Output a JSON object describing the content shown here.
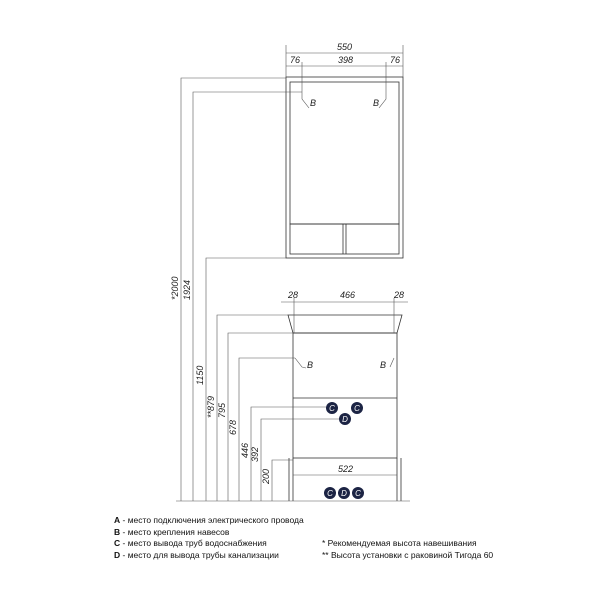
{
  "top_cabinet": {
    "width_total": "550",
    "side_left": "76",
    "between_mounts": "398",
    "side_right": "76",
    "mount_label": "B"
  },
  "bottom_cabinet": {
    "side_left": "28",
    "between_mounts": "466",
    "side_right": "28",
    "leg_span": "522",
    "mount_label": "B",
    "pipe_c": "C",
    "pipe_d": "D"
  },
  "heights": [
    {
      "label": "*2000"
    },
    {
      "label": "1924"
    },
    {
      "label": "1150"
    },
    {
      "label": "**879"
    },
    {
      "label": "795"
    },
    {
      "label": "678"
    },
    {
      "label": "446"
    },
    {
      "label": "392"
    },
    {
      "label": "200"
    }
  ],
  "legend": {
    "a_key": "A",
    "a_text": " - место подключения электрического провода",
    "b_key": "B",
    "b_text": " - место крепления навесов",
    "c_key": "C",
    "c_text": " - место вывода труб водоснабжения",
    "d_key": "D",
    "d_text": " - место для вывода трубы канализации",
    "note1": "* Рекомендуемая высота навешивания",
    "note2": "** Высота установки с раковиной Тигода 60"
  }
}
